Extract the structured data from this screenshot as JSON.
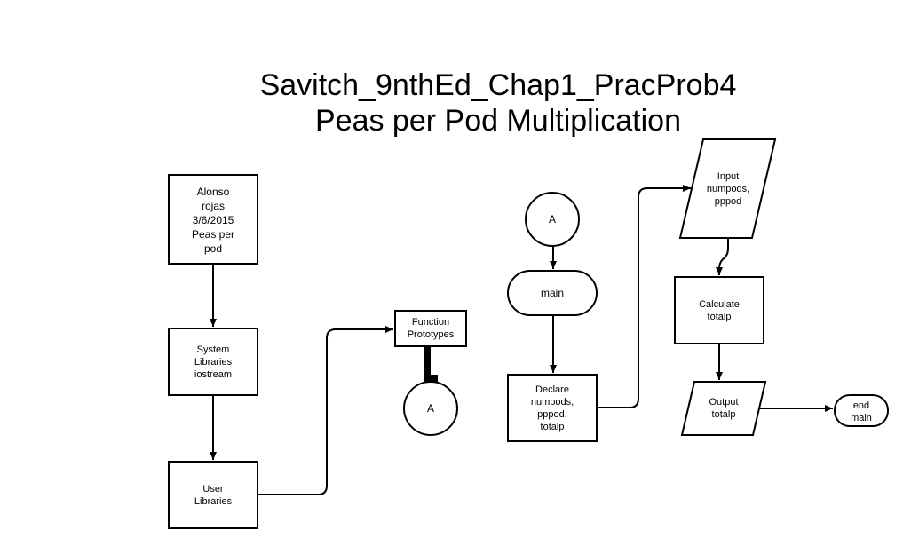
{
  "title": {
    "line1": "Savitch_9nthEd_Chap1_PracProb4",
    "line2": "Peas per Pod Multiplication"
  },
  "nodes": {
    "author": [
      "Alonso",
      "rojas",
      "3/6/2015",
      "Peas per",
      "pod"
    ],
    "system_libraries": [
      "System",
      "Libraries",
      "iostream"
    ],
    "user_libraries": [
      "User",
      "Libraries"
    ],
    "function_prototypes": [
      "Function",
      "Prototypes"
    ],
    "connector_left": "A",
    "connector_right": "A",
    "main": "main",
    "declare": [
      "Declare",
      "numpods,",
      "pppod,",
      "totalp"
    ],
    "input": [
      "Input",
      "numpods,",
      "pppod"
    ],
    "calculate": [
      "Calculate",
      "totalp"
    ],
    "output": [
      "Output",
      "totalp"
    ],
    "end_main": [
      "end",
      "main"
    ]
  }
}
